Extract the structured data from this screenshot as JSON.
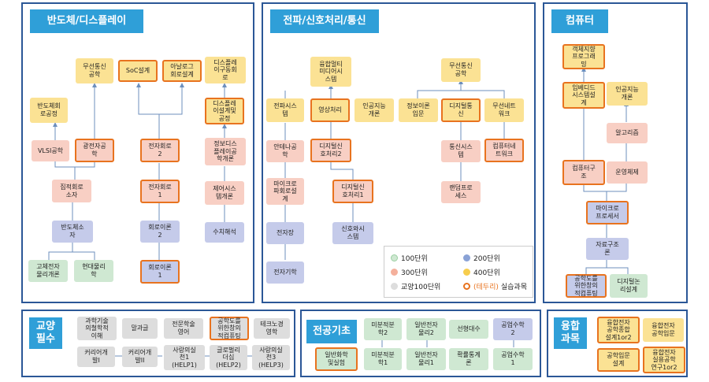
{
  "panels": {
    "semi": "반도체/디스플레이",
    "signal": "전파/신호처리/통신",
    "computer": "컴퓨터",
    "liberal": "교양\n필수",
    "basics": "전공기초",
    "fusion": "융합\n과목"
  },
  "semi_nodes": {
    "wireless_eng": "무선통신\n공학",
    "soc": "SoC설계",
    "analog": "아날로그\n회로설계",
    "display_interface": "디스플레\n이구동회\n로",
    "process": "반도체회\n로공정",
    "display_manu": "디스플레\n이설계및\n공정",
    "vlsi": "VLSI공학",
    "optoelectronics": "광전자공\n학",
    "elec_circuit2": "전자회로\n2",
    "info_display": "정보디스\n플레이공\n학개론",
    "integrated": "집적회로\n소자",
    "elec_circuit1": "전자회로\n1",
    "control": "제어시스\n템개론",
    "semi_device": "반도체소\n자",
    "circuit2": "회로이론\n2",
    "numerical": "수치해석",
    "solid_state": "고체전자\n물리개론",
    "modern_physics": "현대물리\n학",
    "circuit1": "회로이론\n1"
  },
  "signal_nodes": {
    "multimedia": "융합멀티\n미디어시\n스템",
    "wireless_comm": "무선통신\n공학",
    "electric_sys": "전파시스\n템",
    "video": "영상처리",
    "ai_intro": "인공지능\n개론",
    "info_theory": "정보이론\n입문",
    "digital_comm": "디지털통\n신",
    "wireless_net": "무선네트\n워크",
    "antenna": "안테나공\n학",
    "dsp2": "디지털신\n호처리2",
    "comm_sys": "통신시스\n템",
    "computer_net": "컴퓨터네\n트워크",
    "microwave": "마이크로\n파회로설\n계",
    "dsp1": "디지털신\n호처리1",
    "random": "랜덤프로\n세스",
    "em_field": "전자장",
    "signals_sys": "신호와시\n스템",
    "em": "전자기학"
  },
  "computer_nodes": {
    "oop": "객체지향\n프로그래\n밍",
    "embedded": "임베디드\n시스템설\n계",
    "ai_intro": "인공지능\n개론",
    "algorithm": "알고리즘",
    "comp_arch": "컴퓨터구\n조",
    "os": "운영체제",
    "microprocessor": "마이크로\n프로세서",
    "data_structure": "자료구조\n론",
    "eng_thinking": "공학도를\n위한창의\n적컴퓨팅",
    "digital_logic": "디지털논\n리설계"
  },
  "legend": {
    "l100": "100단위",
    "l200": "200단위",
    "l300": "300단위",
    "l400": "400단위",
    "lgray": "교양100단위",
    "lab_paren": "(테두리)",
    "lab_text": "실습과목"
  },
  "liberal_nodes": {
    "sci_writing": "과학기술\n의철학적\n이해",
    "speech": "말과글",
    "prof_english": "전문학술\n영어",
    "creative_comp": "공학도를\n위한창의\n적컴퓨팅",
    "tech_mgmt": "테크노경\n영학",
    "career1": "커리어개\n발I",
    "career2": "커리어개\n발II",
    "help1": "사랑의실\n천1\n(HELP1)",
    "help2": "글로벌리\n더십\n(HELP2)",
    "help3": "사랑의실\n천3\n(HELP3)"
  },
  "basics_nodes": {
    "calculus2": "미분적분\n학2",
    "physics2": "일반전자\n물리2",
    "linear": "선형대수",
    "eng_math2": "공업수학\n2",
    "chem_lab": "일반화학\n및실험",
    "calculus1": "미분적분\n학1",
    "physics1": "일반전자\n물리1",
    "probability": "확률통계\n론",
    "eng_math1": "공업수학\n1"
  },
  "fusion_nodes": {
    "capstone": "융합전자\n공학종합\n설계1or2",
    "intro": "융합전자\n공학입문",
    "eng_design": "공학입문\n설계",
    "research": "융합전자\n실용공학\n연구1or2"
  },
  "colors": {
    "frame": "#2b5797",
    "title_bg": "#2f9fd8",
    "c100": "#cfe8d2",
    "c200": "#c5cbea",
    "c300": "#f8cfc4",
    "c400": "#fbe294",
    "gray": "#dddddd",
    "lab_border": "#e8731f",
    "arrow": "#6d8fbd"
  }
}
